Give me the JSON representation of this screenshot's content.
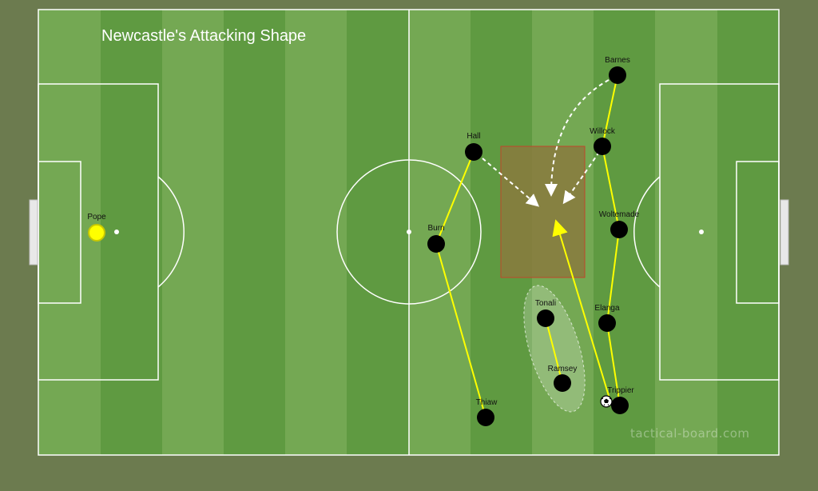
{
  "title": "Newcastle's Attacking Shape",
  "watermark": "tactical-board.com",
  "colors": {
    "background": "#6c7b4f",
    "pitch_light": "#74a853",
    "pitch_dark": "#5f9a41",
    "lines": "#ffffff",
    "player": "#000000",
    "goalkeeper": "#ffff00",
    "link_line": "#ffff00",
    "zone_fill": "#8a7a3e",
    "zone_border": "#c0452a"
  },
  "players": [
    {
      "id": "pope",
      "name": "Pope",
      "role": "goalkeeper"
    },
    {
      "id": "burn",
      "name": "Burn",
      "role": "outfield"
    },
    {
      "id": "hall",
      "name": "Hall",
      "role": "outfield"
    },
    {
      "id": "thiaw",
      "name": "Thiaw",
      "role": "outfield"
    },
    {
      "id": "tonali",
      "name": "Tonali",
      "role": "outfield"
    },
    {
      "id": "ramsey",
      "name": "Ramsey",
      "role": "outfield"
    },
    {
      "id": "barnes",
      "name": "Barnes",
      "role": "outfield"
    },
    {
      "id": "willock",
      "name": "Willock",
      "role": "outfield"
    },
    {
      "id": "woltemade",
      "name": "Woltemade",
      "role": "outfield"
    },
    {
      "id": "elanga",
      "name": "Elanga",
      "role": "outfield"
    },
    {
      "id": "trippier",
      "name": "Trippier",
      "role": "outfield"
    }
  ],
  "ball_holder": "Trippier",
  "icons": [
    "football-icon"
  ]
}
